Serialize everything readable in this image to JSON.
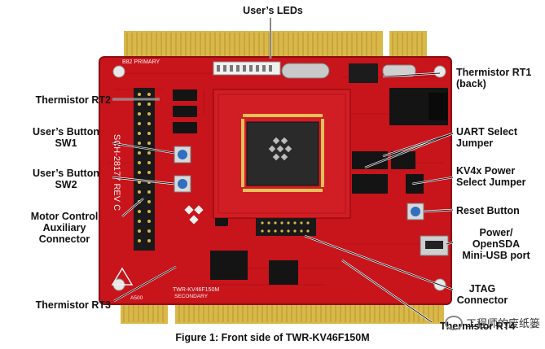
{
  "labels": {
    "users_leds": "User’s LEDs",
    "thermistor_rt1": [
      "Thermistor RT1",
      "(back)"
    ],
    "thermistor_rt2": "Thermistor RT2",
    "uart_select": [
      "UART Select",
      "Jumper"
    ],
    "users_button_sw1": [
      "User’s Button",
      "SW1"
    ],
    "users_button_sw2": [
      "User’s Button",
      "SW2"
    ],
    "kv4x_power": [
      "KV4x Power",
      "Select Jumper"
    ],
    "motor_control": [
      "Motor Control",
      "Auxiliary",
      "Connector"
    ],
    "reset_button": "Reset Button",
    "power_opensda": [
      "Power/",
      "OpenSDA",
      "Mini-USB port"
    ],
    "thermistor_rt3": "Thermistor RT3",
    "jtag_connector": [
      "JTAG",
      "Connector"
    ],
    "thermistor_rt4": "Thermistor RT4"
  },
  "board_text": {
    "sch_rev": "SCH-28177 REV C",
    "b82_primary": "B82 PRIMARY",
    "tw_kv46": "TWR-KV46F150M",
    "secondary": "SECONDARY",
    "elevator": "A500"
  },
  "caption": "Figure 1: Front side of TWR-KV46F150M",
  "watermark": "工程师的废纸篓",
  "colors": {
    "board": "#c8141b",
    "gold": "#d9b84a",
    "chip": "#2a2a2a"
  }
}
